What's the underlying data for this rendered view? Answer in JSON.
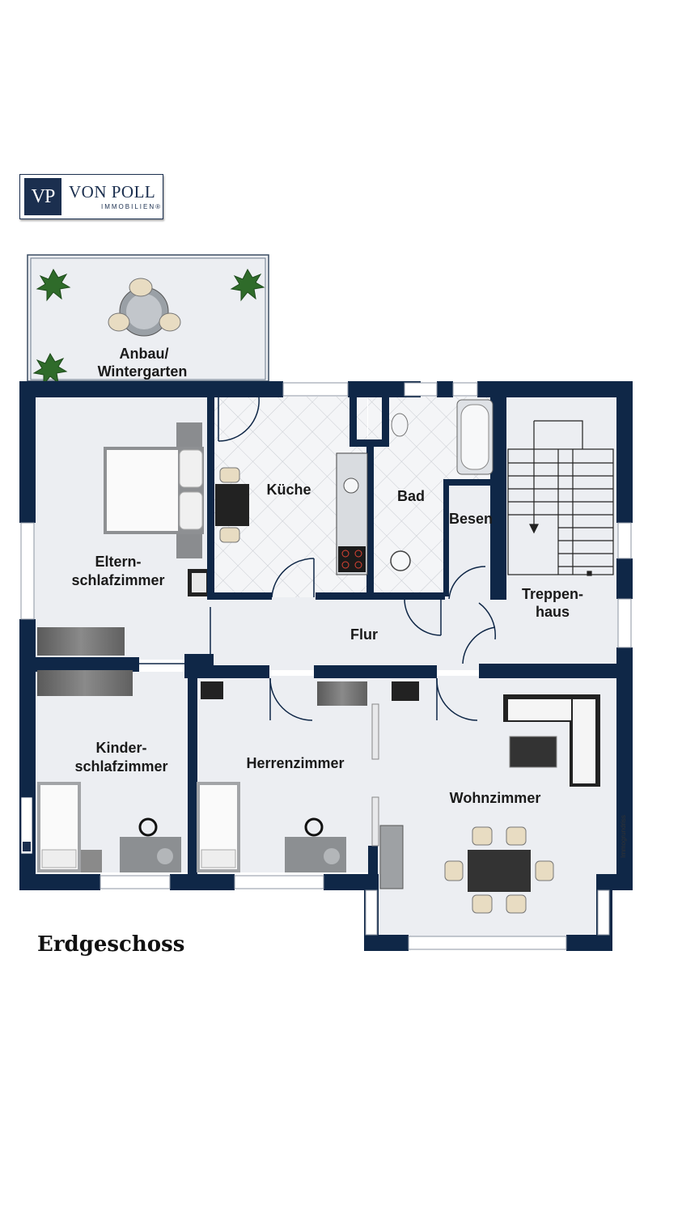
{
  "brand": {
    "mark": "VP",
    "name": "VON POLL",
    "sub": "IMMOBILIEN®"
  },
  "rooms": {
    "anbau_1": "Anbau/",
    "anbau_2": "Wintergarten",
    "kueche": "Küche",
    "bad": "Bad",
    "besen": "Besen",
    "treppen_1": "Treppen-",
    "treppen_2": "haus",
    "eltern_1": "Eltern-",
    "eltern_2": "schlafzimmer",
    "flur": "Flur",
    "kinder_1": "Kinder-",
    "kinder_2": "schlafzimmer",
    "herren": "Herrenzimmer",
    "wohn": "Wohnzimmer"
  },
  "watermark": "Immogrundriss",
  "floor_title": "Erdgeschoss",
  "colors": {
    "wall": "#0f2747",
    "floor": "#eceef2",
    "tile": "#f2f3f5"
  }
}
